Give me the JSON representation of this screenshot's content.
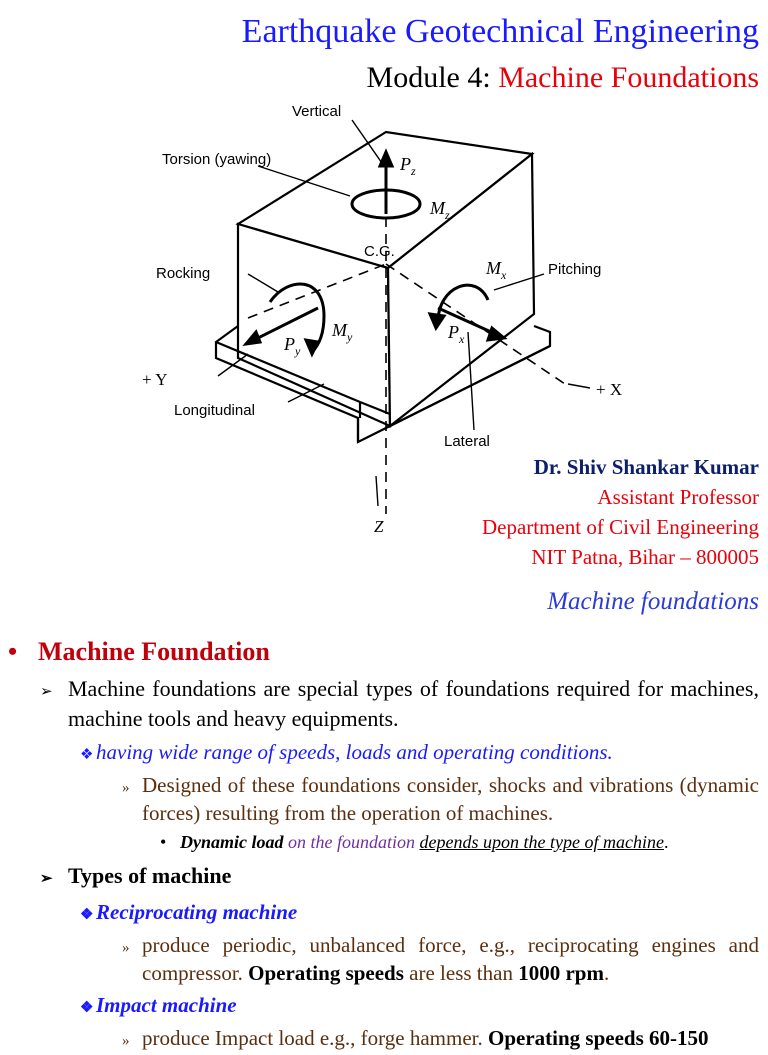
{
  "header": {
    "title": "Earthquake Geotechnical Engineering",
    "module_prefix": "Module 4:",
    "module_name": "Machine Foundations"
  },
  "diagram": {
    "labels": {
      "vertical": "Vertical",
      "torsion": "Torsion (yawing)",
      "cg": "C.G.",
      "rocking": "Rocking",
      "pitching": "Pitching",
      "plus_y": "+ Y",
      "plus_x": "+ X",
      "longitudinal": "Longitudinal",
      "lateral": "Lateral",
      "z": "Z",
      "pz": "P",
      "pz_sub": "z",
      "mz": "M",
      "mz_sub": "z",
      "mx": "M",
      "mx_sub": "x",
      "px": "P",
      "px_sub": "x",
      "py": "P",
      "py_sub": "y",
      "my": "M",
      "my_sub": "y"
    }
  },
  "author": {
    "name": "Dr. Shiv Shankar Kumar",
    "position": "Assistant Professor",
    "department": "Department of Civil Engineering",
    "address": "NIT Patna, Bihar – 800005"
  },
  "section_heading": "Machine foundations",
  "content": {
    "heading": "Machine Foundation",
    "p1": "Machine foundations are special types of foundations required for machines, machine tools and heavy equipments.",
    "p1_sub": "having wide range of speeds, loads and operating conditions.",
    "p1_subsub": "Designed of these foundations consider, shocks and vibrations (dynamic forces) resulting from the operation of machines.",
    "p1_bullet_bold": "Dynamic load",
    "p1_bullet_purple": "on the foundation",
    "p1_bullet_underline": "depends upon the type of machine",
    "p1_bullet_end": ".",
    "p2": "Types of machine",
    "rec_title": "Reciprocating machine",
    "rec_text_a": "produce periodic, unbalanced force, e.g., reciprocating engines and compressor.",
    "rec_bold1": "Operating speeds",
    "rec_text_b": "are less than",
    "rec_bold2": "1000 rpm",
    "rec_end": ".",
    "imp_title": "Impact machine",
    "imp_text_a": "produce Impact load e.g., forge hammer.",
    "imp_bold": "Operating speeds 60-150"
  }
}
